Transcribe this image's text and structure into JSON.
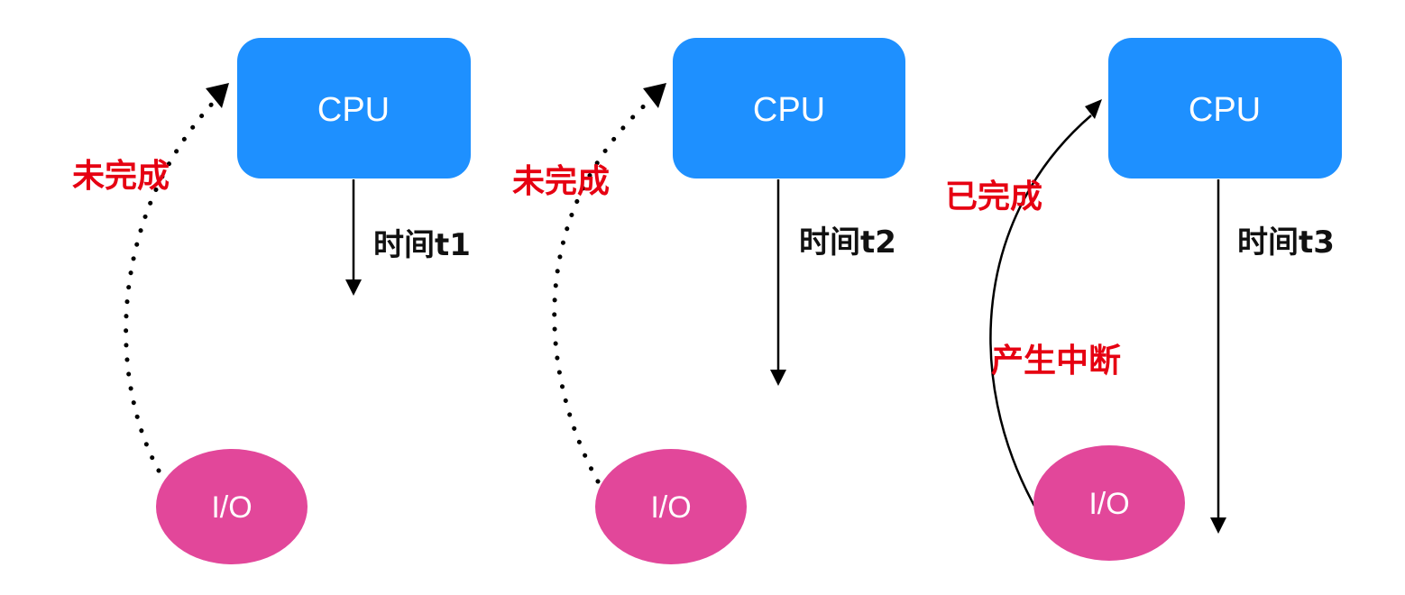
{
  "colors": {
    "cpu": "#1E90FF",
    "io": "#E2479A",
    "status": "#E60012",
    "line": "#000000"
  },
  "panels": [
    {
      "cpu_label": "CPU",
      "io_label": "I/O",
      "time_label": "时间t1",
      "status_label": "未完成",
      "arrow_style": "dotted",
      "interrupt_label": null
    },
    {
      "cpu_label": "CPU",
      "io_label": "I/O",
      "time_label": "时间t2",
      "status_label": "未完成",
      "arrow_style": "dotted",
      "interrupt_label": null
    },
    {
      "cpu_label": "CPU",
      "io_label": "I/O",
      "time_label": "时间t3",
      "status_label": "已完成",
      "arrow_style": "solid",
      "interrupt_label": "产生中断"
    }
  ]
}
